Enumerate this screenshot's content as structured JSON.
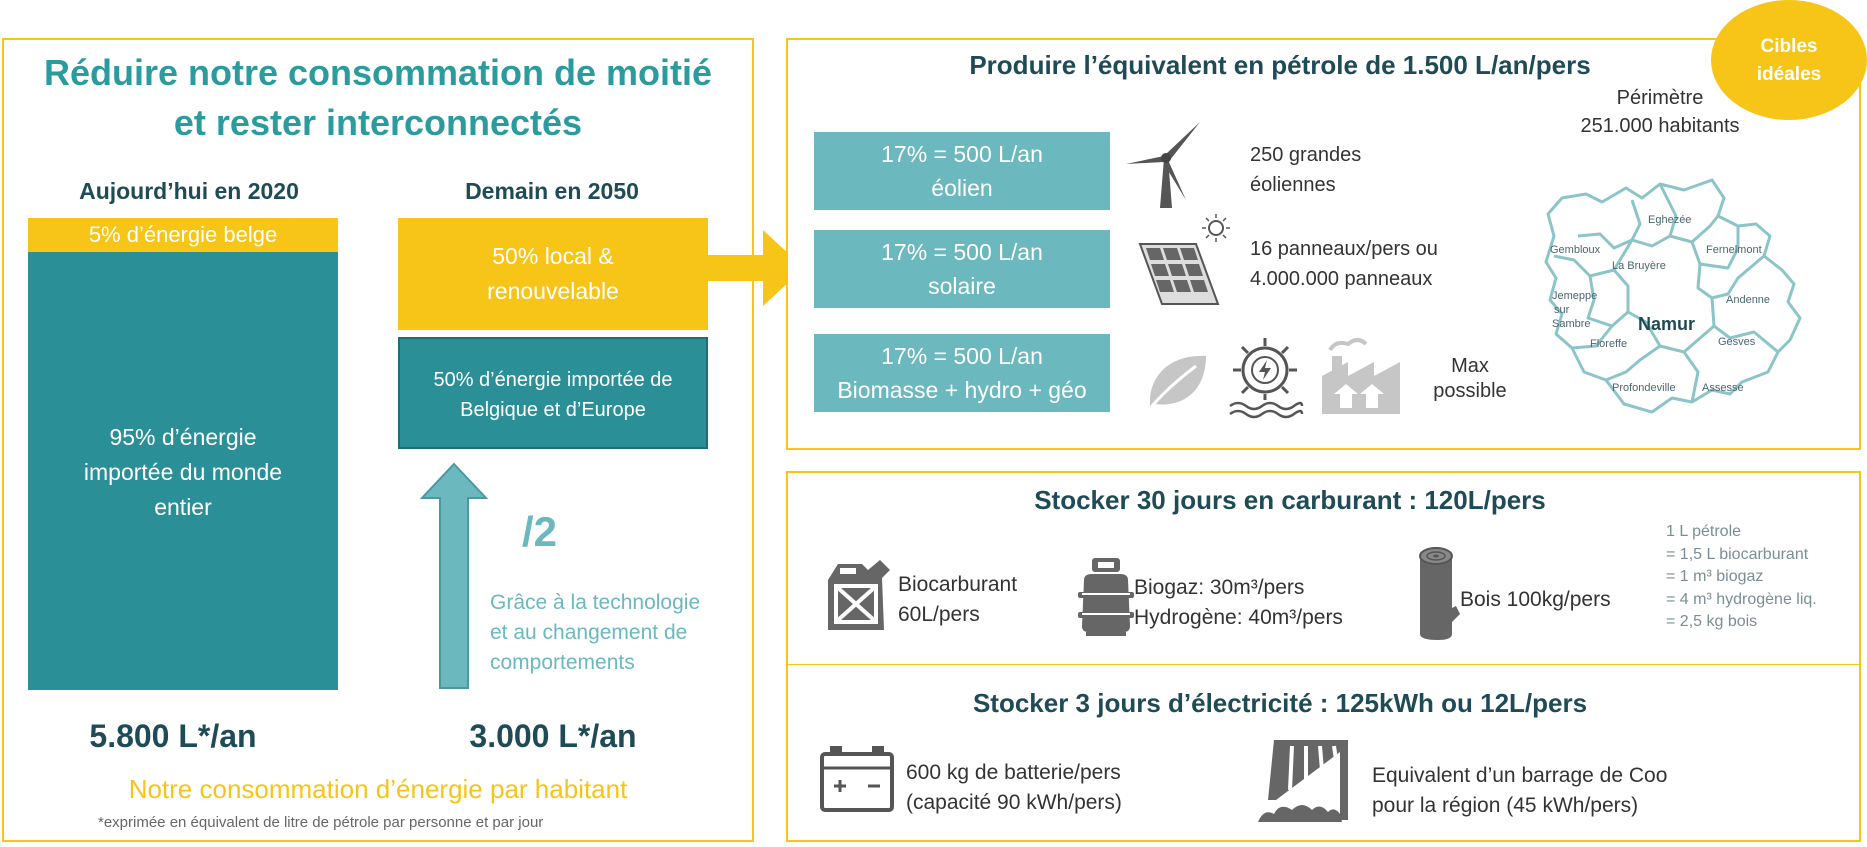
{
  "left": {
    "title_line1": "Réduire notre consommation de moitié",
    "title_line2": "et rester interconnectés",
    "today": {
      "heading": "Aujourd’hui en 2020",
      "belgian_energy": "5% d’énergie belge",
      "imported_line1": "95% d’énergie",
      "imported_line2": "importée du monde",
      "imported_line3": "entier",
      "value": "5.800 L*/an"
    },
    "tomorrow": {
      "heading": "Demain en 2050",
      "local_line1": "50% local &",
      "local_line2": "renouvelable",
      "imported_line1": "50% d’énergie importée de",
      "imported_line2": "Belgique et d’Europe",
      "value": "3.000 L*/an"
    },
    "divide": "/2",
    "thanks_line1": "Grâce à la technologie",
    "thanks_line2": "et au changement de",
    "thanks_line3": "comportements",
    "caption": "Notre consommation d’énergie par habitant",
    "footnote": "*exprimée en équivalent de litre de pétrole par personne et par jour"
  },
  "produce": {
    "title": "Produire l’équivalent en pétrole de 1.500 L/an/pers",
    "badge_line1": "Cibles",
    "badge_line2": "idéales",
    "perimeter_line1": "Périmètre",
    "perimeter_line2": "251.000 habitants",
    "rows": [
      {
        "box_line1": "17% = 500 L/an",
        "box_line2": "éolien",
        "desc_line1": "250 grandes",
        "desc_line2": "éoliennes"
      },
      {
        "box_line1": "17% = 500 L/an",
        "box_line2": "solaire",
        "desc_line1": "16 panneaux/pers ou",
        "desc_line2": "4.000.000 panneaux"
      },
      {
        "box_line1": "17% = 500 L/an",
        "box_line2": "Biomasse + hydro + géo",
        "desc_line1": "Max",
        "desc_line2": "possible"
      }
    ],
    "map": {
      "center": "Namur",
      "places": [
        "Eghezée",
        "Gembloux",
        "La Bruyère",
        "Fernelmont",
        "Jemeppe",
        "sur",
        "Sambre",
        "Andenne",
        "Floreffe",
        "Gesves",
        "Profondeville",
        "Assesse"
      ]
    }
  },
  "store_fuel": {
    "title": "Stocker 30 jours en carburant : 120L/pers",
    "items": [
      {
        "line1": "Biocarburant",
        "line2": "60L/pers"
      },
      {
        "line1": "Biogaz: 30m³/pers",
        "line2": "Hydrogène: 40m³/pers"
      },
      {
        "line1": "Bois 100kg/pers"
      }
    ],
    "conversion": [
      "1 L pétrole",
      "= 1,5 L biocarburant",
      "= 1 m³ biogaz",
      "= 4 m³ hydrogène liq.",
      "= 2,5 kg bois"
    ]
  },
  "store_elec": {
    "title": "Stocker 3 jours d’électricité : 125kWh ou 12L/pers",
    "items": [
      {
        "line1": "600 kg de batterie/pers",
        "line2": "(capacité 90 kWh/pers)"
      },
      {
        "line1": "Equivalent d’un barrage de Coo",
        "line2": "pour la région (45 kWh/pers)"
      }
    ]
  }
}
